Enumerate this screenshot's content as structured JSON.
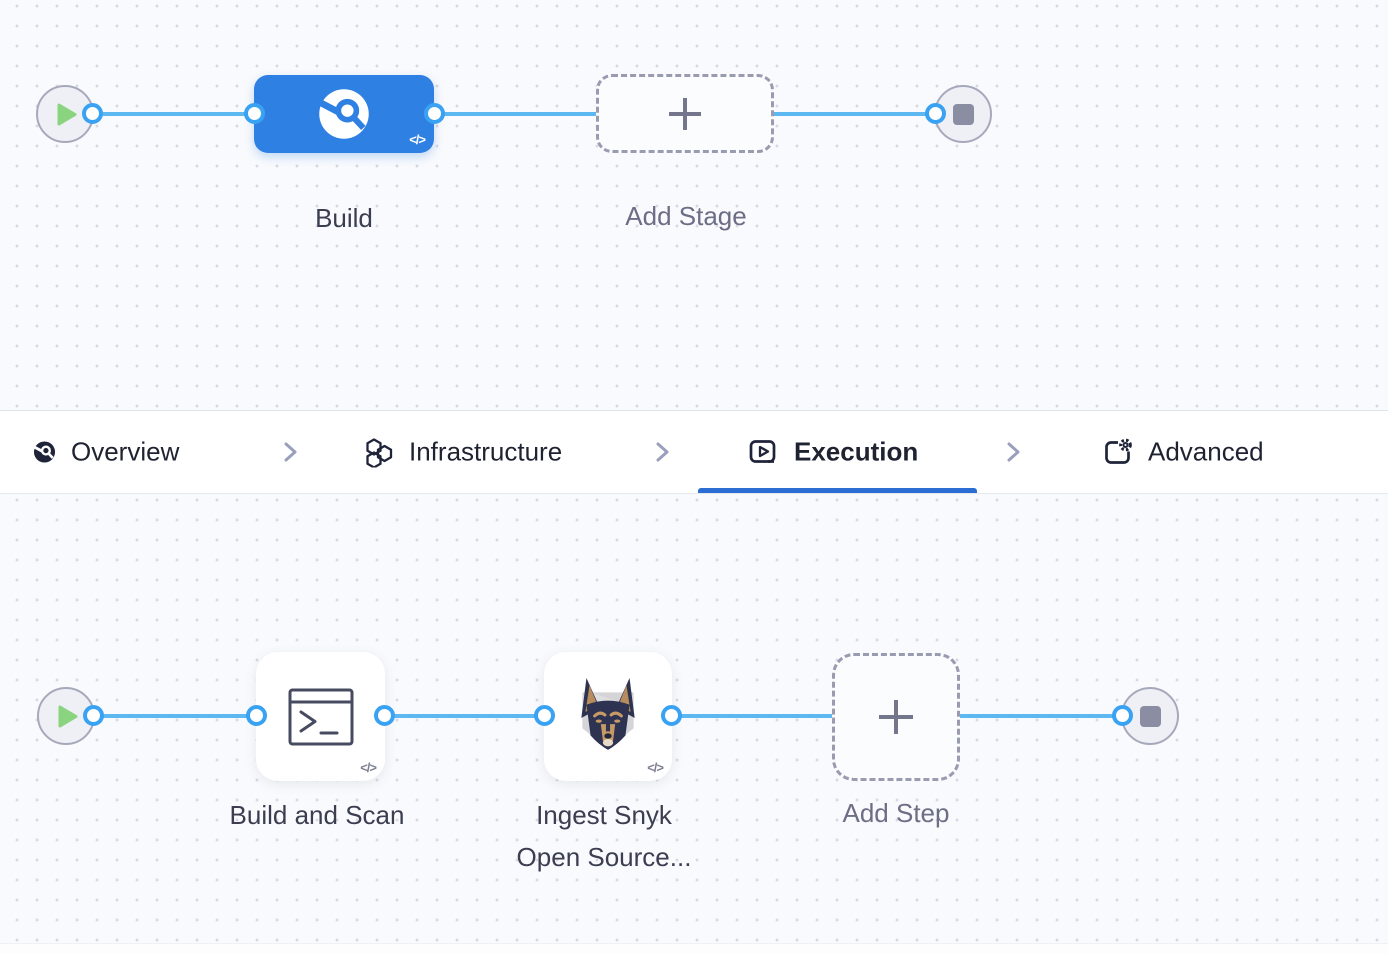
{
  "pipeline_stage_canvas": {
    "stage": {
      "label": "Build",
      "yaml_badge": "</>"
    },
    "add_stage": {
      "label": "Add Stage"
    }
  },
  "tab_bar": {
    "tabs": [
      {
        "label": "Overview",
        "icon": "overview-icon",
        "active": false
      },
      {
        "label": "Infrastructure",
        "icon": "infrastructure-icon",
        "active": false
      },
      {
        "label": "Execution",
        "icon": "execution-icon",
        "active": true
      },
      {
        "label": "Advanced",
        "icon": "advanced-icon",
        "active": false
      }
    ]
  },
  "execution_step_canvas": {
    "steps": [
      {
        "label": "Build and Scan",
        "icon": "terminal-icon",
        "yaml_badge": "</>"
      },
      {
        "label": "Ingest Snyk Open Source...",
        "icon": "snyk-dog-icon",
        "yaml_badge": "</>"
      }
    ],
    "add_step": {
      "label": "Add Step"
    }
  },
  "colors": {
    "stage_node_blue": "#2f80e3",
    "flow_line_blue": "#5db7f1",
    "connector_ring_blue": "#3aa2f2",
    "active_tab_underline_blue": "#2c6dd4",
    "start_play_green": "#8bd47f",
    "end_stop_gray": "#8b8ea3",
    "dashed_border_gray": "#999cb0",
    "canvas_background": "#f9fafd"
  }
}
